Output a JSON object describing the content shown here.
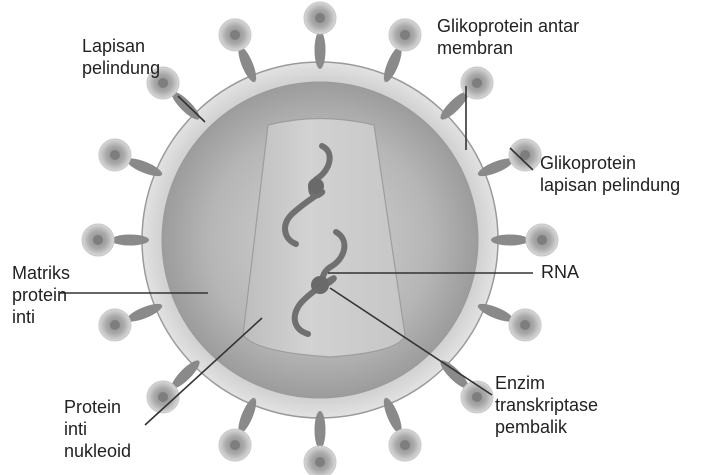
{
  "labels": {
    "lapisan_pelindung": [
      "Lapisan",
      "pelindung"
    ],
    "glikoprotein_antar_membran": [
      "Glikoprotein antar",
      "membran"
    ],
    "glikoprotein_lapisan_pelindung": [
      "Glikoprotein",
      "lapisan pelindung"
    ],
    "matriks_protein_inti": [
      "Matriks",
      "protein",
      "inti"
    ],
    "rna": "RNA",
    "protein_inti_nukleoid": [
      "Protein",
      "inti",
      "nukleoid"
    ],
    "enzim_transkriptase_pembalik": [
      "Enzim",
      "transkriptase",
      "pembalik"
    ]
  },
  "colors": {
    "outer_membrane": "#d2d2d2",
    "matrix": "#a9a9a9",
    "core": "#cbcbcb",
    "spike_stalk": "#8c8c8c",
    "knob": "#9a9a9a",
    "leader_line": "#333333",
    "label_text": "#222222"
  }
}
